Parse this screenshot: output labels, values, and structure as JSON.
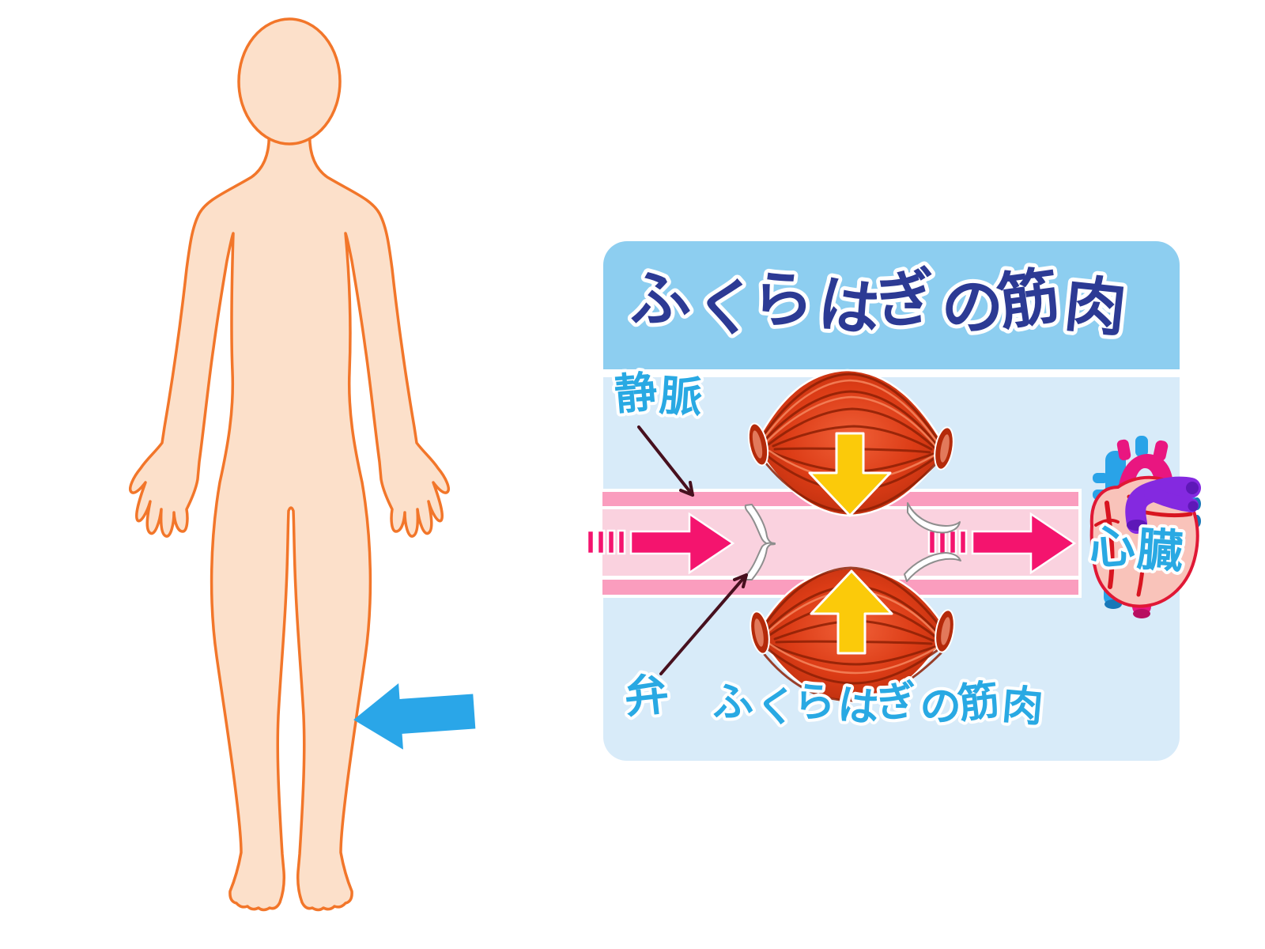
{
  "panel": {
    "title": "ふくらはぎの筋肉",
    "header_bg": "#8DCEF0",
    "body_bg": "#D8EBF9",
    "title_color": "#2C3A94",
    "title_outline": "#FFFFFF"
  },
  "labels": {
    "vein": "静脈",
    "valve": "弁",
    "calf_muscle": "ふくらはぎの筋肉",
    "heart": "心臓",
    "color": "#29A9E3",
    "outline": "#FFFFFF"
  },
  "body_figure": {
    "skin_fill": "#FCE0CA",
    "outline": "#F2762A"
  },
  "pointer_arrow": {
    "color": "#2AA6E8"
  },
  "vein": {
    "wall_color": "#FA9DBE",
    "inner_color": "#FAD2DF",
    "border_color": "#FFFFFF"
  },
  "flow": {
    "arrow_color": "#F4146E"
  },
  "muscles": {
    "base_color": "#DC3C16",
    "fiber_dark": "#8E2005",
    "fiber_light": "#F4825A",
    "squeeze_arrow_color": "#FBCA0A"
  },
  "valves": {
    "flap_color": "#FFFFFF",
    "flap_outline": "#8E8E8E"
  },
  "annotations": {
    "arrow_color": "#47101E"
  },
  "heart": {
    "body_color": "#F9C3BA",
    "outline_color": "#E01835",
    "aorta_color": "#E91680",
    "pulmonary_color": "#8429E0",
    "pulmonary_cap": "#5E18B8",
    "vessel_blue": "#29A3E8",
    "vessel_cap": "#1877B8",
    "magenta_cap": "#B80E60",
    "coronary_color": "#D81520"
  }
}
